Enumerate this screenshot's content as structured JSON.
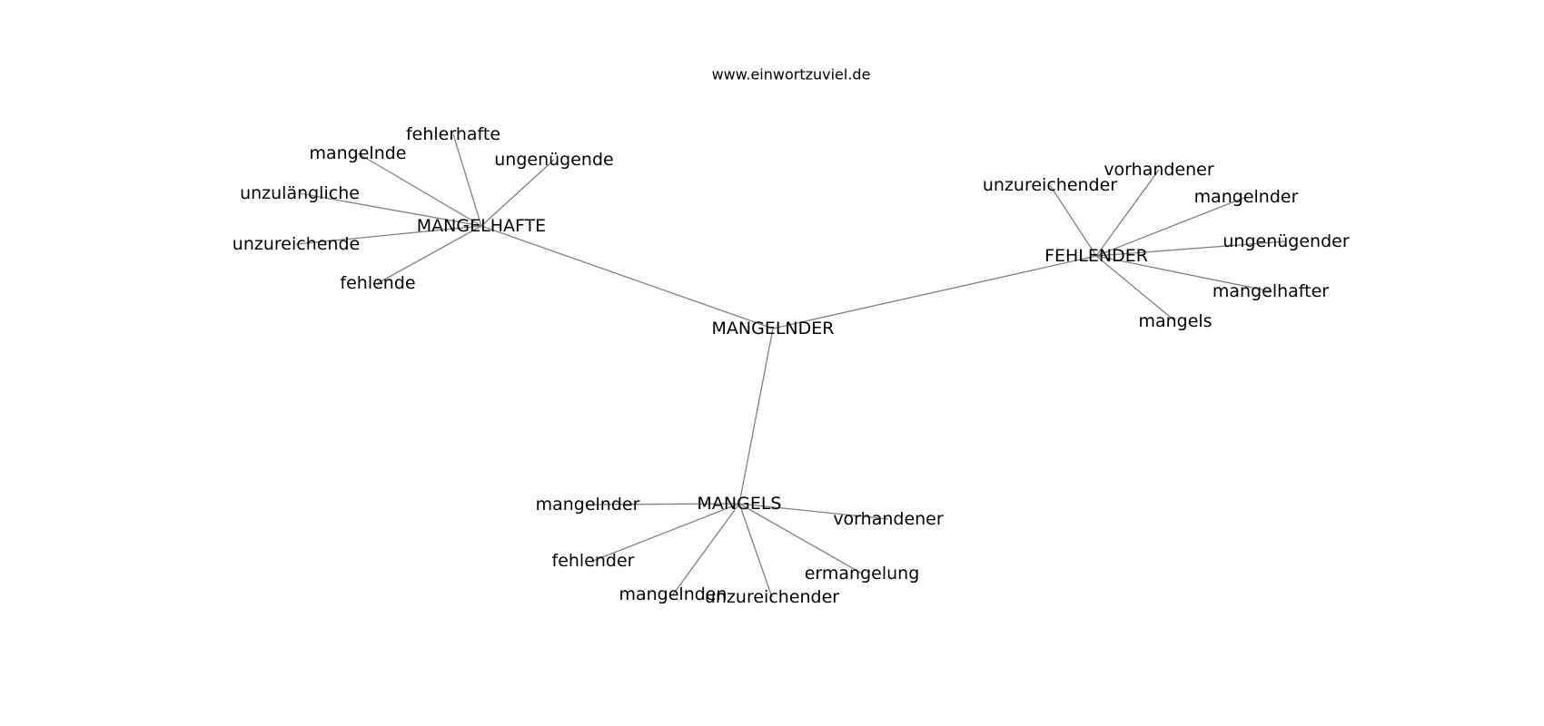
{
  "site": "www.einwortzuviel.de",
  "graph": {
    "hub": "MANGELNDER",
    "clusters": [
      {
        "label": "MANGELHAFTE",
        "leaves": [
          "fehlerhafte",
          "mangelnde",
          "ungenügende",
          "unzulängliche",
          "unzureichende",
          "fehlende"
        ]
      },
      {
        "label": "FEHLENDER",
        "leaves": [
          "unzureichender",
          "vorhandener",
          "mangelnder",
          "ungenügender",
          "mangelhafter",
          "mangels"
        ]
      },
      {
        "label": "MANGELS",
        "leaves": [
          "mangelnder",
          "vorhandener",
          "fehlender",
          "ermangelung",
          "mangelnden",
          "unzureichender"
        ]
      }
    ]
  }
}
